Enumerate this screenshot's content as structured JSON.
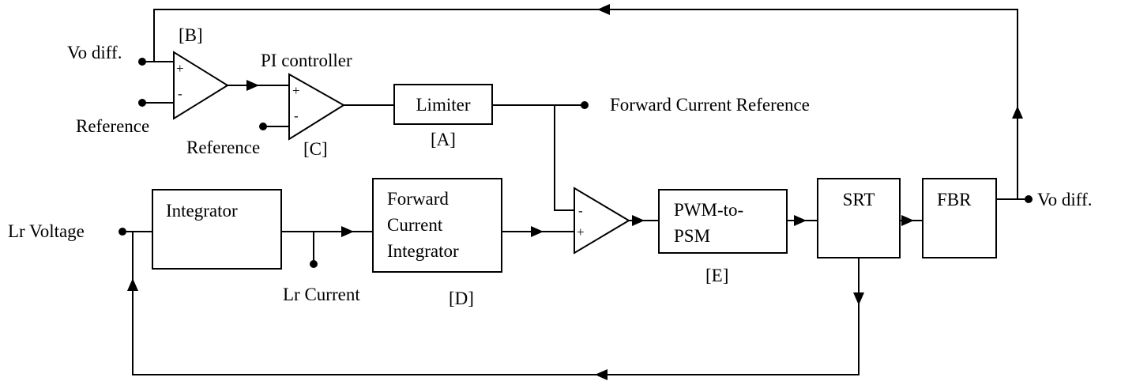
{
  "labels": {
    "vo_diff_in": "Vo diff.",
    "reference_b": "Reference",
    "tag_b": "[B]",
    "pi_controller": "PI controller",
    "reference_c": "Reference",
    "tag_c": "[C]",
    "limiter": "Limiter",
    "tag_a": "[A]",
    "forward_current_reference": "Forward Current Reference",
    "lr_voltage": "Lr Voltage",
    "integrator": "Integrator",
    "lr_current": "Lr Current",
    "fci_line1": "Forward",
    "fci_line2": "Current",
    "fci_line3": "Integrator",
    "tag_d": "[D]",
    "pwm_line1": "PWM-to-",
    "pwm_line2": "PSM",
    "tag_e": "[E]",
    "srt": "SRT",
    "fbr": "FBR",
    "vo_diff_out": "Vo diff."
  },
  "signs": {
    "plus": "+",
    "minus": "-"
  }
}
